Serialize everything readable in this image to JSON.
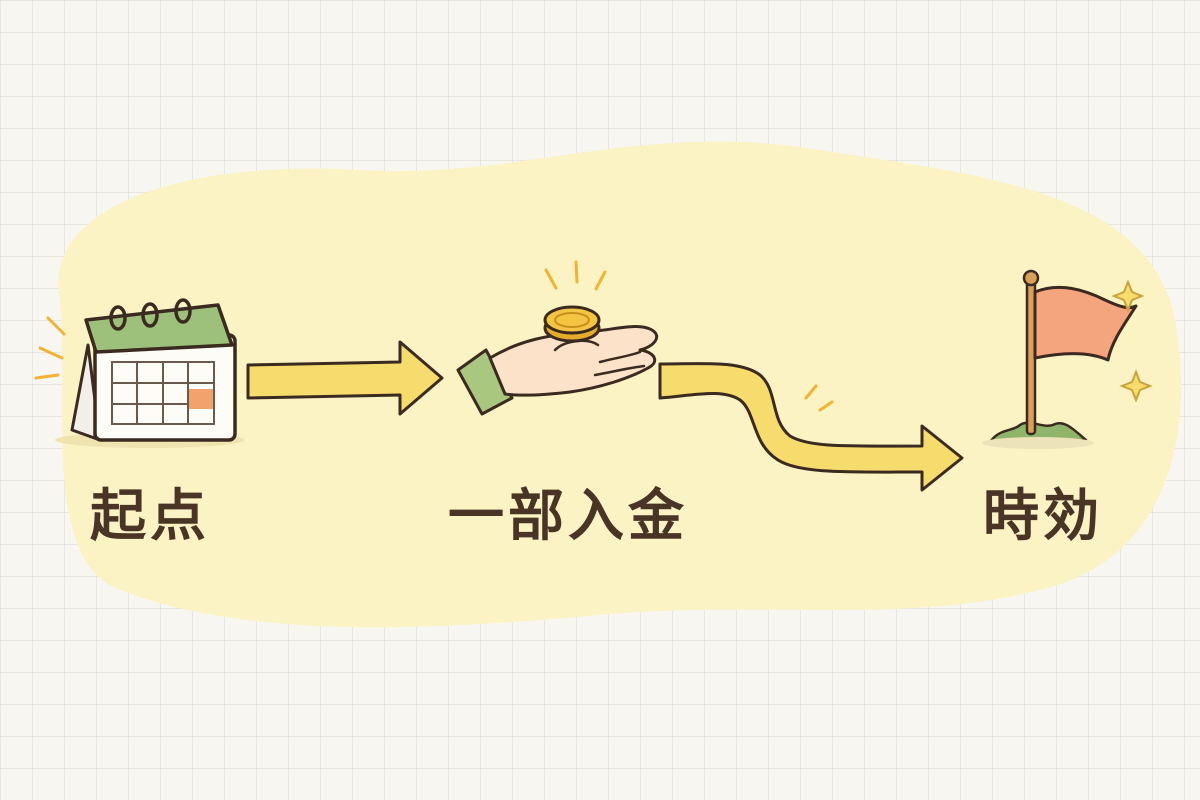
{
  "steps": [
    {
      "label": "起点",
      "icon": "calendar-icon"
    },
    {
      "label": "一部入金",
      "icon": "hand-coin-icon"
    },
    {
      "label": "時効",
      "icon": "flag-icon"
    }
  ],
  "colors": {
    "background": "#f7f6f1",
    "blob": "#fbf3c4",
    "arrow": "#f6dc6c",
    "outline": "#3b2a20",
    "calendar_green": "#9dc07a",
    "calendar_highlight": "#f0a36a",
    "coin": "#f4c542",
    "flag": "#f5a57e",
    "sleeve": "#a9c77f",
    "grass": "#8fb56a",
    "spark": "#f2b233"
  }
}
